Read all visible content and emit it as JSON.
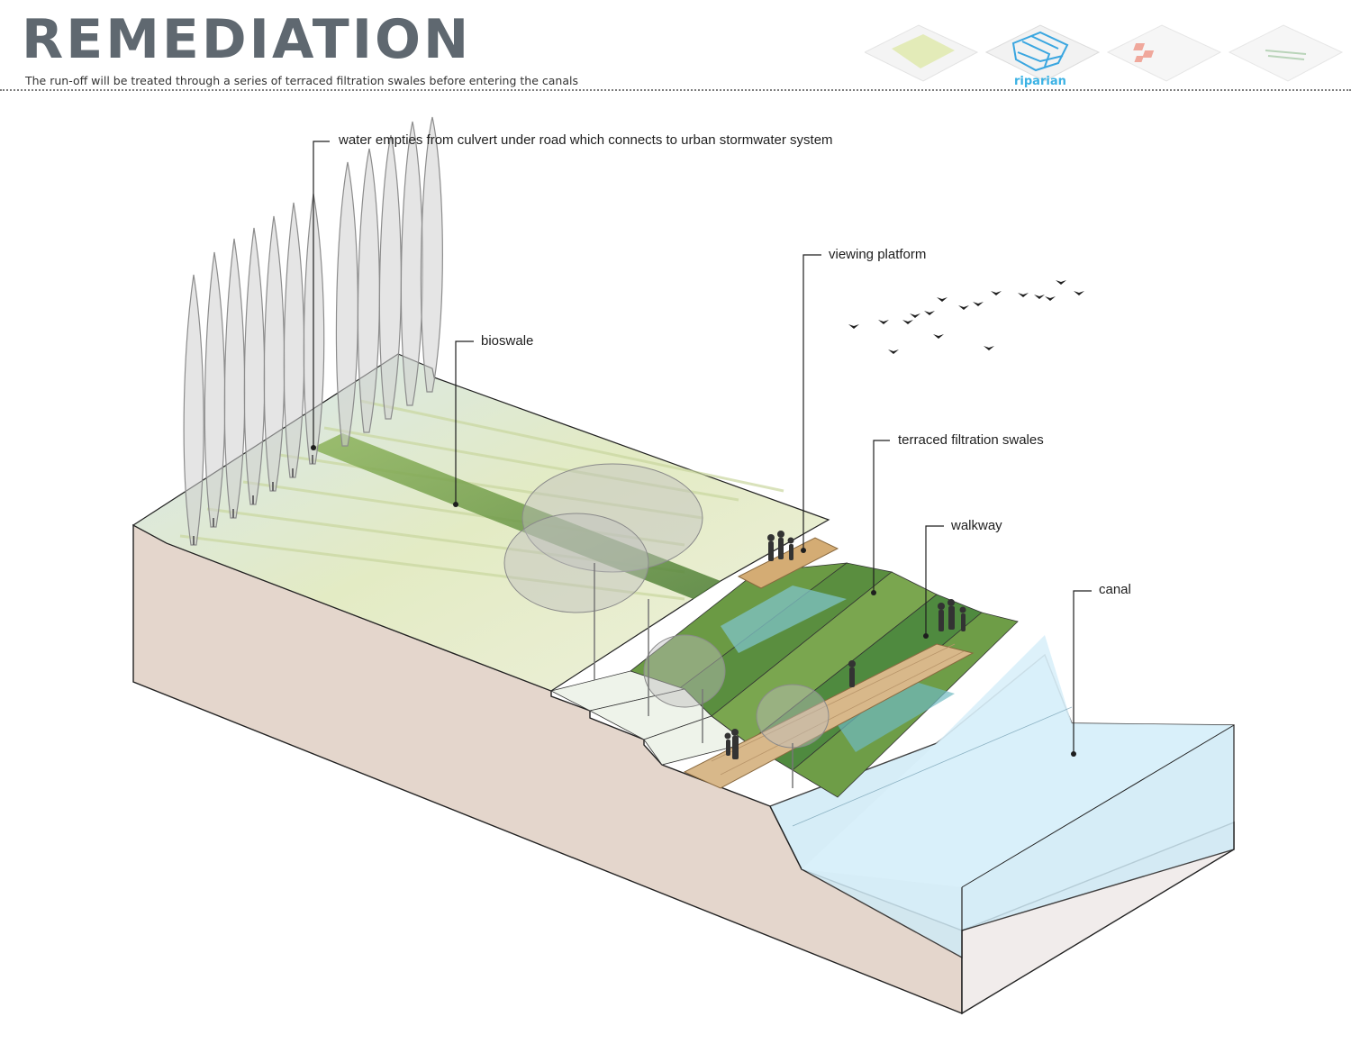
{
  "header": {
    "title": "REMEDIATION",
    "subtitle": "The run-off will be treated through a series of terraced filtration swales before entering the canals"
  },
  "thumbnails": {
    "active_label": "riparian",
    "colors": {
      "thumb1": "#dfe9a9",
      "thumb2": "#3aa6e0",
      "thumb3": "#f0a89c",
      "thumb4": "#cfe0cf",
      "active": "#3bb2e4"
    }
  },
  "callouts": {
    "culvert": "water empties from culvert under road which connects to urban stormwater system",
    "bioswale": "bioswale",
    "viewing_platform": "viewing platform",
    "terraced_swales": "terraced filtration swales",
    "walkway": "walkway",
    "canal": "canal"
  },
  "colors": {
    "soil": "#e4d6cc",
    "water": "#cfeaf6",
    "lawn": "#dfe8c0",
    "vegetation": "#6f9e45",
    "deck": "#d8b88a",
    "tree": "#9a9a9a"
  }
}
